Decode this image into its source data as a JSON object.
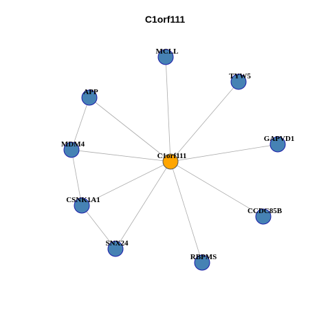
{
  "title": "C1orf111",
  "colors": {
    "hub": "#FFA500",
    "node": "#4682B4",
    "node_border": "#1a1aa8",
    "hub_border": "#555555",
    "edge": "#aaaaaa"
  },
  "nodes": [
    {
      "id": "C1orf111",
      "label": "C1orf111",
      "hub": true
    },
    {
      "id": "MCLL",
      "label": "MCLL"
    },
    {
      "id": "TYW5",
      "label": "TYW5"
    },
    {
      "id": "APP",
      "label": "APP"
    },
    {
      "id": "GAPVD1",
      "label": "GAPVD1"
    },
    {
      "id": "MDM4",
      "label": "MDM4"
    },
    {
      "id": "CSNK1A1",
      "label": "CSNK1A1"
    },
    {
      "id": "CCDC85B",
      "label": "CCDC85B"
    },
    {
      "id": "SNX24",
      "label": "SNX24"
    },
    {
      "id": "RBPMS",
      "label": "RBPMS"
    }
  ],
  "edges": [
    [
      "C1orf111",
      "MCLL"
    ],
    [
      "C1orf111",
      "TYW5"
    ],
    [
      "C1orf111",
      "APP"
    ],
    [
      "C1orf111",
      "GAPVD1"
    ],
    [
      "C1orf111",
      "MDM4"
    ],
    [
      "C1orf111",
      "CSNK1A1"
    ],
    [
      "C1orf111",
      "CCDC85B"
    ],
    [
      "C1orf111",
      "SNX24"
    ],
    [
      "C1orf111",
      "RBPMS"
    ],
    [
      "APP",
      "MDM4"
    ],
    [
      "MDM4",
      "CSNK1A1"
    ],
    [
      "CSNK1A1",
      "SNX24"
    ]
  ]
}
